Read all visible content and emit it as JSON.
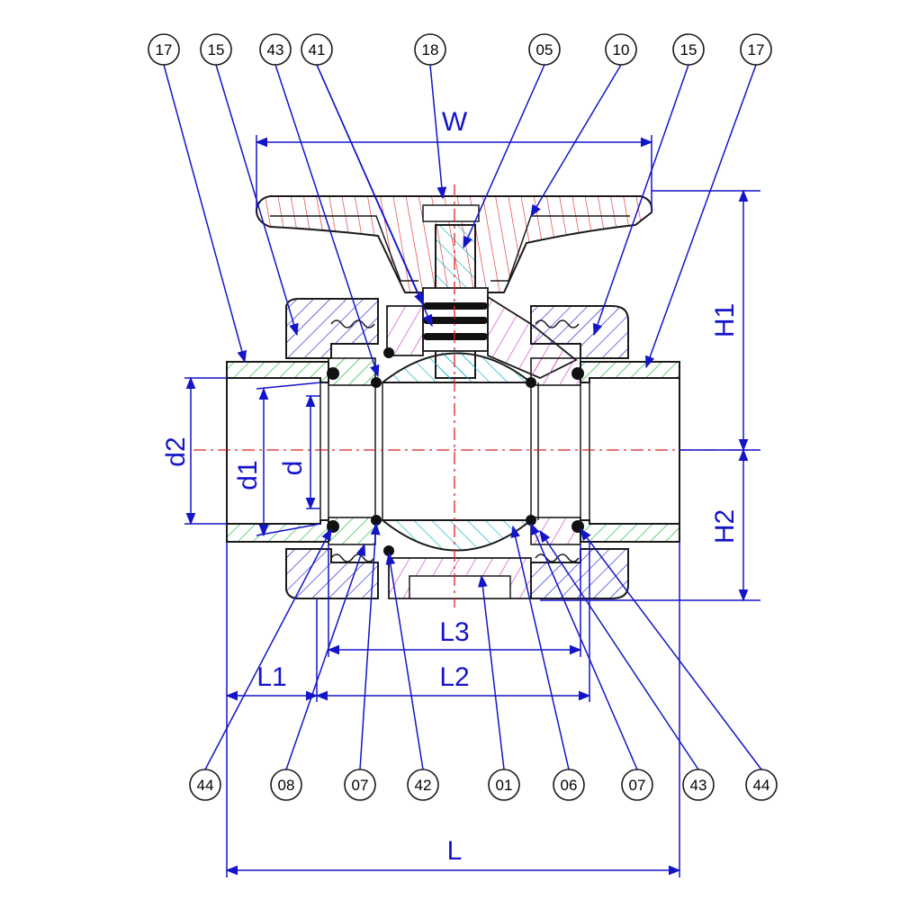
{
  "colors": {
    "outline": "#1a1a1a",
    "dimension": "#1414c8",
    "leader": "#1414c8",
    "center_line": "#e02020",
    "hatch_green": "#2fb84a",
    "hatch_cyan": "#18b8c8",
    "hatch_magenta": "#d040c0",
    "hatch_red": "#d83030",
    "fill_body": "#e8f6ff",
    "oring": "#111111"
  },
  "top_balloons": [
    "17",
    "15",
    "43",
    "41",
    "18",
    "05",
    "10",
    "15",
    "17"
  ],
  "bottom_balloons": [
    "44",
    "08",
    "07",
    "42",
    "01",
    "06",
    "07",
    "43",
    "44"
  ],
  "dimensions": {
    "W": "W",
    "H1": "H1",
    "H2": "H2",
    "d2": "d2",
    "d1": "d1",
    "d": "d",
    "L1": "L1",
    "L2": "L2",
    "L3": "L3",
    "L": "L"
  }
}
